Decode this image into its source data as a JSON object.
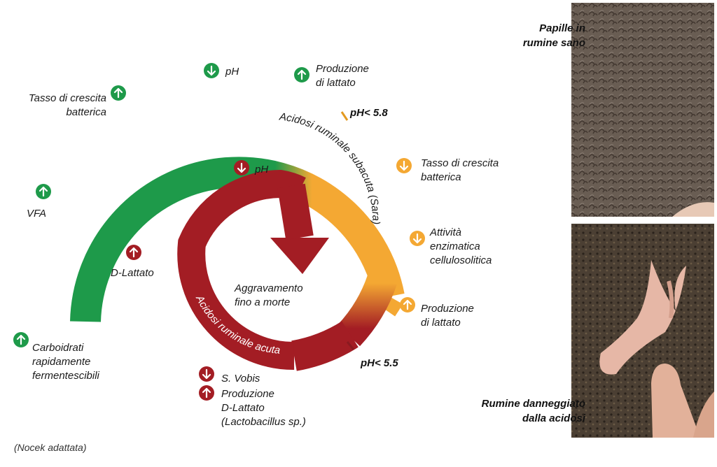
{
  "source_note": "(Nocek adattata)",
  "thresholds": {
    "sara": "pH< 5.8",
    "acute": "pH< 5.5"
  },
  "arcs": {
    "subacute": "Acidosi ruminale subacuta (Sara)",
    "acute": "Acidosi ruminale acuta"
  },
  "center_text": [
    "Aggravamento",
    "fino a morte"
  ],
  "photos": {
    "healthy_caption": [
      "Papille in",
      "rumine sano"
    ],
    "damaged_caption": [
      "Rumine danneggiato",
      "dalla acidosi"
    ]
  },
  "colors": {
    "green": "#1e9a4a",
    "orange": "#f4a833",
    "red": "#a31d24"
  },
  "indicators": {
    "green_carbo": {
      "direction": "up",
      "lines": [
        "Carboidrati",
        "rapidamente",
        "fermentescibili"
      ]
    },
    "green_vfa": {
      "direction": "up",
      "lines": [
        "VFA"
      ]
    },
    "green_tasso": {
      "direction": "up",
      "lines": [
        "Tasso di crescita",
        "batterica"
      ]
    },
    "green_ph": {
      "direction": "down",
      "lines": [
        "pH"
      ]
    },
    "green_produzione": {
      "direction": "up",
      "lines": [
        "Produzione",
        "di lattato"
      ]
    },
    "orange_tasso": {
      "direction": "down",
      "lines": [
        "Tasso di crescita",
        "batterica"
      ]
    },
    "orange_attivita": {
      "direction": "down",
      "lines": [
        "Attività",
        "enzimatica",
        "cellulosolitica"
      ]
    },
    "orange_produzione": {
      "direction": "up",
      "lines": [
        "Produzione",
        "di lattato"
      ]
    },
    "red_ph": {
      "direction": "down",
      "lines": [
        "pH"
      ]
    },
    "red_dlattato": {
      "direction": "up",
      "lines": [
        "D-Lattato"
      ]
    },
    "red_svobis": {
      "direction": "down",
      "lines": [
        "S. Vobis"
      ]
    },
    "red_produzione": {
      "direction": "up",
      "lines": [
        "Produzione",
        "D-Lattato",
        "(Lactobacillus sp.)"
      ]
    }
  }
}
